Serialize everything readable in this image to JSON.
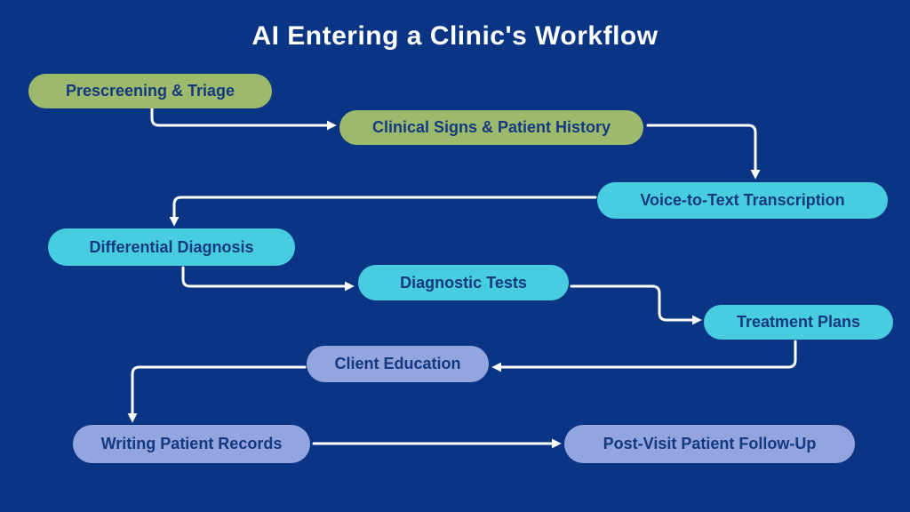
{
  "title": "AI Entering a Clinic's Workflow",
  "colors": {
    "background": "#0A3585",
    "green_node": "#9DBA6C",
    "cyan_node": "#48CCDF",
    "lavender_node": "#93A5DE",
    "node_text": "#14397E",
    "arrow": "#FFFFFF",
    "title_text": "#FFFFFF"
  },
  "nodes": {
    "prescreening": {
      "label": "Prescreening & Triage",
      "color": "green"
    },
    "clinical_signs": {
      "label": "Clinical Signs & Patient History",
      "color": "green"
    },
    "voice_to_text": {
      "label": "Voice-to-Text Transcription",
      "color": "cyan"
    },
    "differential": {
      "label": "Differential Diagnosis",
      "color": "cyan"
    },
    "diagnostic_tests": {
      "label": "Diagnostic Tests",
      "color": "cyan"
    },
    "treatment_plans": {
      "label": "Treatment Plans",
      "color": "cyan"
    },
    "client_education": {
      "label": "Client Education",
      "color": "lavender"
    },
    "writing_records": {
      "label": "Writing Patient Records",
      "color": "lavender"
    },
    "post_visit": {
      "label": "Post-Visit Patient Follow-Up",
      "color": "lavender"
    }
  },
  "connections": [
    {
      "from": "prescreening",
      "to": "clinical_signs"
    },
    {
      "from": "clinical_signs",
      "to": "voice_to_text"
    },
    {
      "from": "voice_to_text",
      "to": "differential"
    },
    {
      "from": "differential",
      "to": "diagnostic_tests"
    },
    {
      "from": "diagnostic_tests",
      "to": "treatment_plans"
    },
    {
      "from": "treatment_plans",
      "to": "client_education"
    },
    {
      "from": "client_education",
      "to": "writing_records"
    },
    {
      "from": "writing_records",
      "to": "post_visit"
    }
  ]
}
